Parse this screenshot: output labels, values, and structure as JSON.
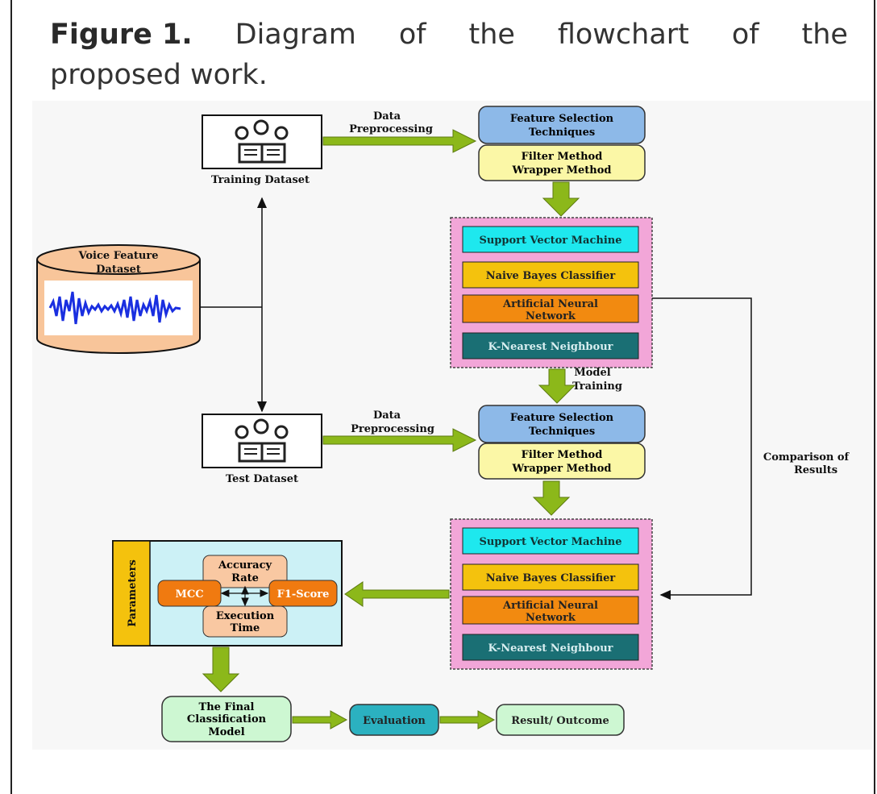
{
  "caption": {
    "figure_label": "Figure 1.",
    "line1_words": [
      "Diagram",
      "of",
      "the",
      "flowchart",
      "of",
      "the"
    ],
    "line2": "proposed work."
  },
  "diagram": {
    "training_dataset_label": "Training Dataset",
    "test_dataset_label": "Test Dataset",
    "voice_dataset_label_1": "Voice Feature",
    "voice_dataset_label_2": "Dataset",
    "data_preprocessing_1": "Data",
    "data_preprocessing_2": "Preprocessing",
    "fs_line1": "Feature Selection",
    "fs_line2": "Techniques",
    "filter_method": "Filter Method",
    "wrapper_method": "Wrapper Method",
    "svm": "Support Vector Machine",
    "naive_bayes": "Naive Bayes Classifier",
    "ann_line1": "Artificial Neural",
    "ann_line2": "Network",
    "knn": "K-Nearest Neighbour",
    "model_training_1": "Model",
    "model_training_2": "Training",
    "comparison_1": "Comparison of",
    "comparison_2": "Results",
    "parameters": "Parameters",
    "accuracy_1": "Accuracy",
    "accuracy_2": "Rate",
    "mcc": "MCC",
    "f1": "F1-Score",
    "exec_1": "Execution",
    "exec_2": "Time",
    "final_1": "The Final",
    "final_2": "Classification",
    "final_3": "Model",
    "evaluation": "Evaluation",
    "result": "Result/ Outcome"
  },
  "colors": {
    "arrow_green": "#8cb81a",
    "fs_blue": "#8db9e8",
    "filter_yellow": "#fbf7a6",
    "svm_cyan": "#1ee8ee",
    "nb_gold": "#f4c20d",
    "ann_orange": "#f28a10",
    "knn_teal": "#1a6f74",
    "pink_bg": "#f2a6d8",
    "param_bg": "#ccf1f6",
    "param_yellow": "#f4c20d",
    "param_peach": "#f9c8a2",
    "mcc_orange": "#f07a10",
    "final_green": "#cdf7d2",
    "eval_teal": "#2bb1c0",
    "cylinder_orange": "#f8c59a"
  }
}
